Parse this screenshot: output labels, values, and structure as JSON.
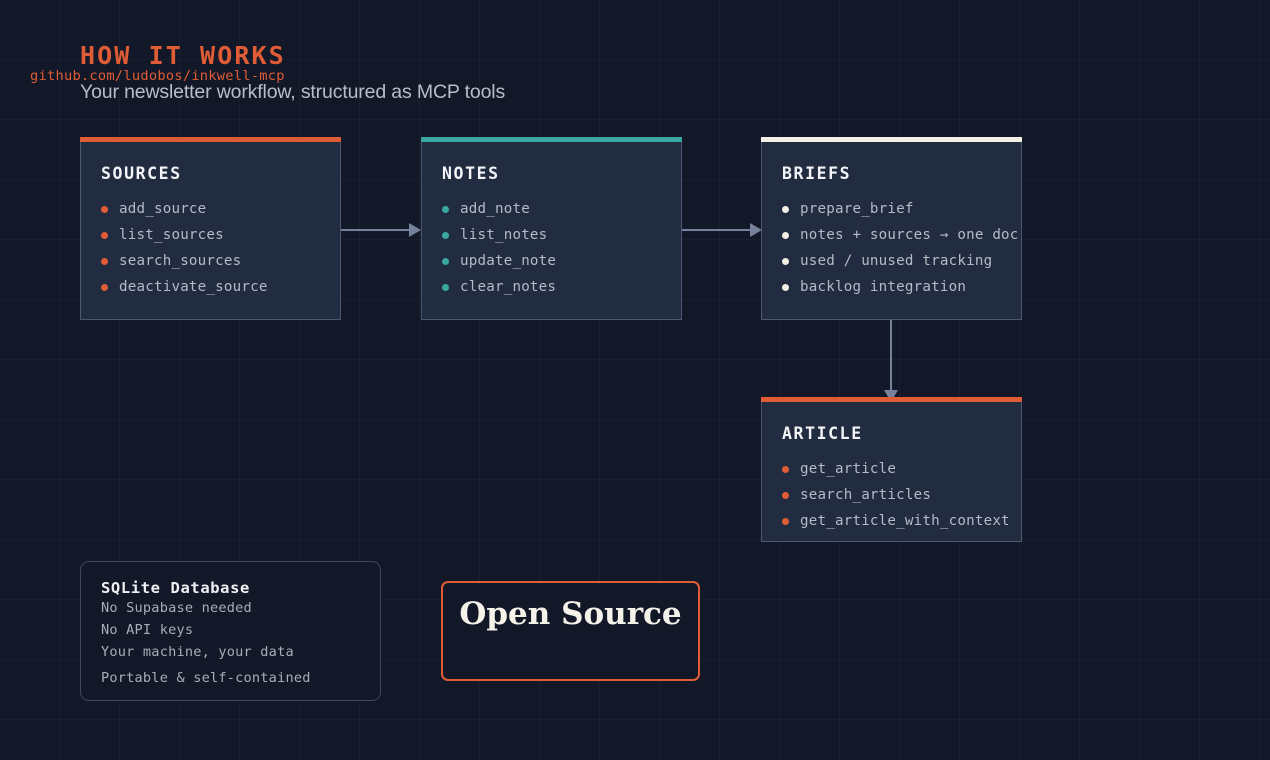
{
  "header": {
    "title": "HOW IT WORKS",
    "subtitle": "Your newsletter workflow, structured as MCP tools"
  },
  "colors": {
    "background": "#121827",
    "card_background": "#222c40",
    "accent_orange": "#e05c36",
    "accent_teal": "#3aa8a0",
    "accent_cream": "#f5f0e6",
    "arrow": "#76829b",
    "text_primary": "#f3f4f7",
    "text_muted": "#b4bac6"
  },
  "flow": {
    "cards": [
      {
        "id": "sources",
        "title": "SOURCES",
        "accent": "#e05c36",
        "items": [
          "add_source",
          "list_sources",
          "search_sources",
          "deactivate_source"
        ]
      },
      {
        "id": "notes",
        "title": "NOTES",
        "accent": "#3aa8a0",
        "items": [
          "add_note",
          "list_notes",
          "update_note",
          "clear_notes"
        ]
      },
      {
        "id": "briefs",
        "title": "BRIEFS",
        "accent": "#f5f0e6",
        "items": [
          "prepare_brief",
          "notes + sources → one doc",
          "used / unused tracking",
          "backlog integration"
        ]
      },
      {
        "id": "article",
        "title": "ARTICLE",
        "accent": "#e05c36",
        "items": [
          "get_article",
          "search_articles",
          "get_article_with_context"
        ]
      }
    ]
  },
  "sqlite": {
    "title": "SQLite Database",
    "lines": [
      "No Supabase needed",
      "No API keys",
      "Your machine, your data",
      "Portable & self-contained"
    ]
  },
  "open_source": {
    "title": "Open Source",
    "url": "github.com/ludobos/inkwell-mcp"
  }
}
